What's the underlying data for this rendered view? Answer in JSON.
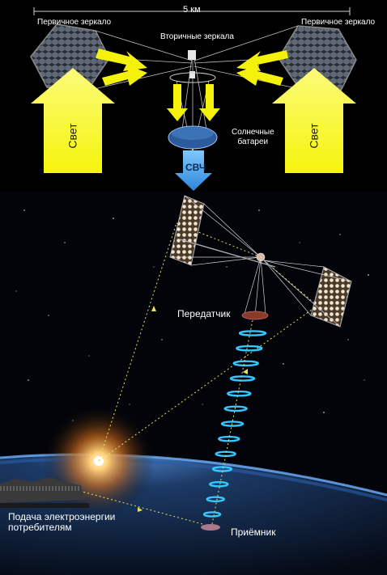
{
  "top": {
    "scale_label": "5 км",
    "primary_mirror_left": "Первичное зеркало",
    "primary_mirror_right": "Первичное зеркало",
    "secondary_mirrors": "Вторичные зеркала",
    "solar_panels": "Солнечные\nбатареи",
    "light_left": "Свет",
    "light_right": "Свет",
    "microwave": "СВЧ"
  },
  "bottom": {
    "transmitter": "Передатчик",
    "receiver": "Приёмник",
    "power_supply": "Подача электроэнергии\nпотребителям"
  },
  "colors": {
    "light_arrow": "#f4f20a",
    "beam": "#33c8ff",
    "dotted_ray": "#e6e05a",
    "panel_blue": "#2c5a9a",
    "earth_atmosphere": "#3a78c8"
  }
}
